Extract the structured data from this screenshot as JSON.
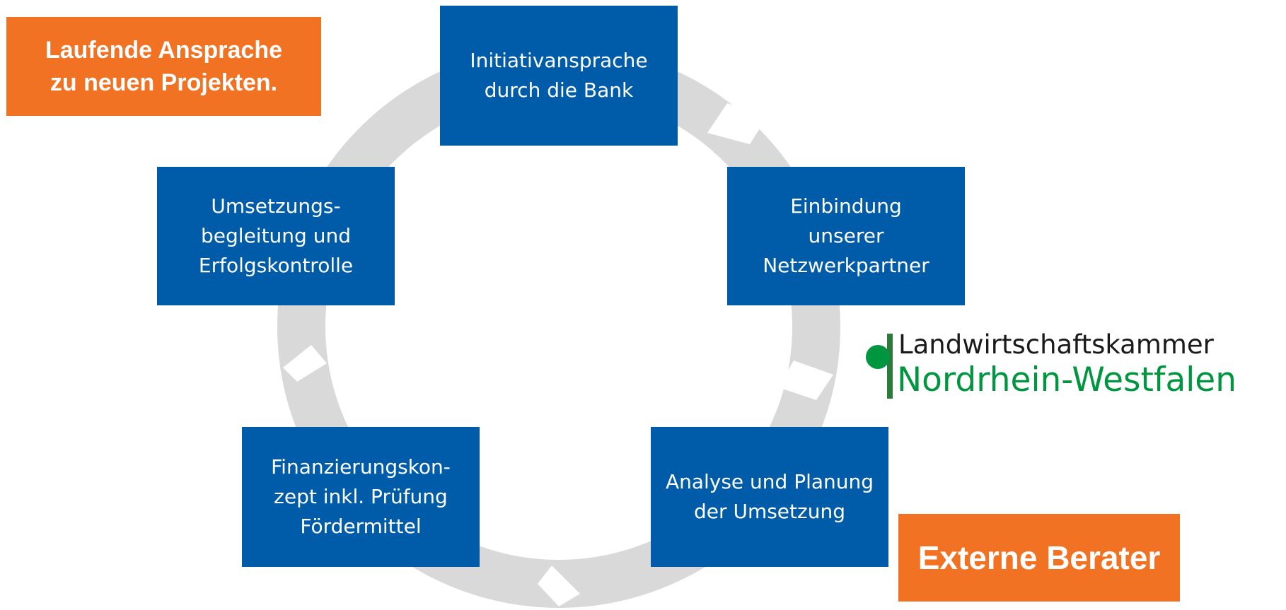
{
  "diagram": {
    "steps": [
      {
        "label": "Initiativansprache\ndurch die Bank"
      },
      {
        "label": "Einbindung\nunserer\nNetzwerkpartner"
      },
      {
        "label": "Analyse und Planung\nder Umsetzung"
      },
      {
        "label": "Finanzierungskon-\nzept inkl. Prüfung\nFördermittel"
      },
      {
        "label": "Umsetzungs-\nbegleitung und\nErfolgskontrolle"
      }
    ],
    "callouts": {
      "top_left": "Laufende Ansprache\nzu neuen Projekten.",
      "bottom_right": "Externe Berater"
    },
    "logo": {
      "line1": "Landwirtschaftskammer",
      "line2": "Nordrhein-Westfalen"
    },
    "colors": {
      "box": "#005ca9",
      "callout": "#f07222",
      "ring": "#d9d9d9",
      "logo_green": "#009640"
    }
  }
}
